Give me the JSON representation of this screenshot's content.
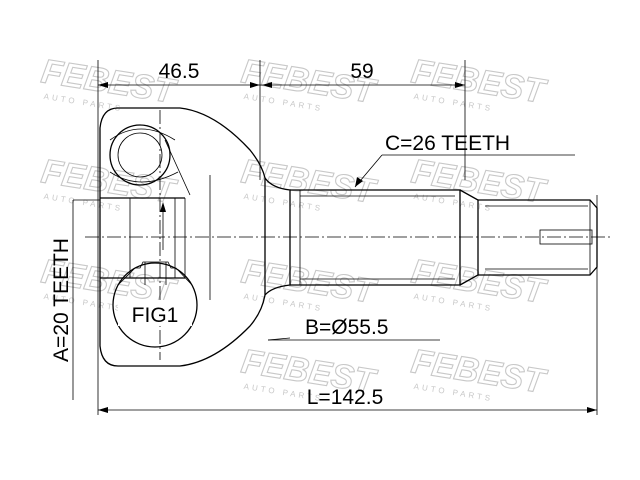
{
  "watermark": {
    "brand": "FEBEST",
    "sub": "AUTO PARTS"
  },
  "dimensions": {
    "left_length": "46.5",
    "right_length": "59",
    "total_length": "L=142.5",
    "outer_diameter": "B=Ø55.5",
    "outer_teeth": "C=26 TEETH",
    "inner_teeth": "A=20 TEETH"
  },
  "figure_label": "FIG1"
}
